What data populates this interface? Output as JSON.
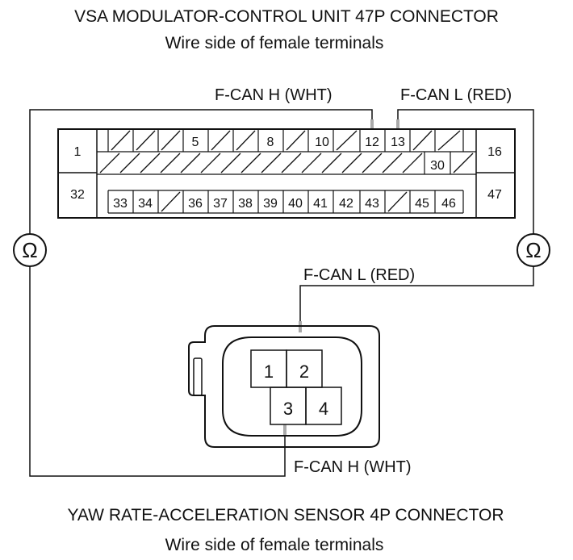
{
  "top_connector": {
    "title": "VSA MODULATOR-CONTROL UNIT 47P CONNECTOR",
    "subtitle": "Wire side of female terminals",
    "pin_labels": [
      "1",
      "5",
      "8",
      "10",
      "12",
      "13",
      "16",
      "30",
      "32",
      "33",
      "34",
      "36",
      "37",
      "38",
      "39",
      "40",
      "41",
      "42",
      "43",
      "45",
      "46",
      "47"
    ]
  },
  "wires": {
    "top_h": "F-CAN H (WHT)",
    "top_l": "F-CAN L (RED)",
    "bottom_l": "F-CAN L (RED)",
    "bottom_h": "F-CAN H (WHT)"
  },
  "meters": {
    "left_symbol": "Ω",
    "right_symbol": "Ω"
  },
  "bottom_connector": {
    "title": "YAW RATE-ACCELERATION SENSOR 4P CONNECTOR",
    "subtitle": "Wire side of female terminals",
    "pins": [
      "1",
      "2",
      "3",
      "4"
    ]
  }
}
